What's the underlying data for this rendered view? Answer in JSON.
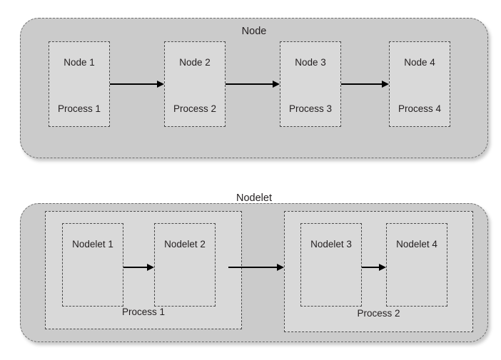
{
  "diagram": {
    "panels": [
      {
        "id": "node-panel",
        "title": "Node",
        "boxes": [
          {
            "id": "node-1",
            "top_label": "Node 1",
            "bottom_label": "Process 1"
          },
          {
            "id": "node-2",
            "top_label": "Node 2",
            "bottom_label": "Process 2"
          },
          {
            "id": "node-3",
            "top_label": "Node 3",
            "bottom_label": "Process 3"
          },
          {
            "id": "node-4",
            "top_label": "Node 4",
            "bottom_label": "Process 4"
          }
        ]
      },
      {
        "id": "nodelet-panel",
        "title": "Nodelet",
        "processes": [
          {
            "id": "process-1",
            "label": "Process 1",
            "nodelets": [
              {
                "id": "nodelet-1",
                "label": "Nodelet 1"
              },
              {
                "id": "nodelet-2",
                "label": "Nodelet 2"
              }
            ]
          },
          {
            "id": "process-2",
            "label": "Process 2",
            "nodelets": [
              {
                "id": "nodelet-3",
                "label": "Nodelet 3"
              },
              {
                "id": "nodelet-4",
                "label": "Nodelet 4"
              }
            ]
          }
        ]
      }
    ],
    "colors": {
      "page_background": "#ffffff",
      "panel_fill": "#cbcbcb",
      "box_fill": "#d9d9d9",
      "panel_border": "#6f6f6f",
      "box_border": "#4a4a4a",
      "arrow": "#000000",
      "text": "#231f20"
    }
  }
}
